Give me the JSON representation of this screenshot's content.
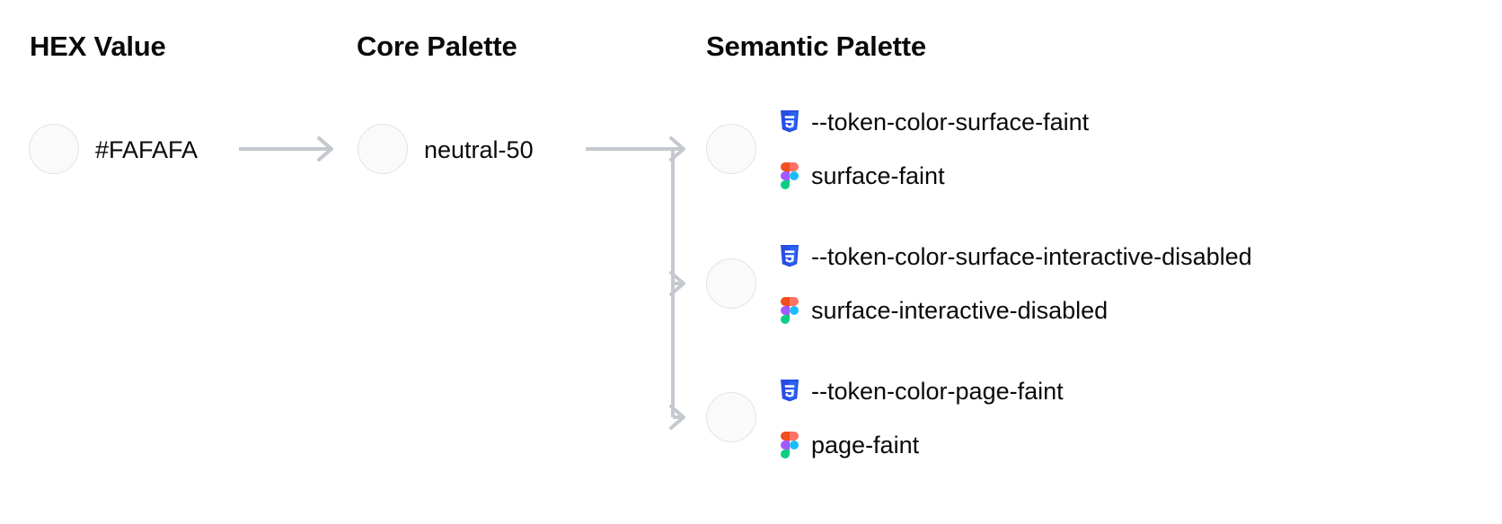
{
  "columns": {
    "hex": {
      "title": "HEX Value"
    },
    "core": {
      "title": "Core Palette"
    },
    "semantic": {
      "title": "Semantic Palette"
    }
  },
  "palette": {
    "swatch_color": "#FAFAFA",
    "swatch_border": "#E3E3E6",
    "connector_color": "#C5C8CF",
    "text_color": "#0A0A0B",
    "css_icon_color": "#264DE4",
    "figma_red": "#F24E1E",
    "figma_purple": "#A259FF",
    "figma_cyan": "#1ABCFE",
    "figma_green": "#0ACF83"
  },
  "hex_node": {
    "label": "#FAFAFA",
    "swatch_color": "#FAFAFA"
  },
  "core_node": {
    "label": "neutral-50",
    "swatch_color": "#FAFAFA"
  },
  "semantic_nodes": [
    {
      "swatch_color": "#FAFAFA",
      "css_icon": "css3-icon",
      "css_token": "--token-color-surface-faint",
      "figma_icon": "figma-icon",
      "figma_token": "surface-faint"
    },
    {
      "swatch_color": "#FAFAFA",
      "css_icon": "css3-icon",
      "css_token": "--token-color-surface-interactive-disabled",
      "figma_icon": "figma-icon",
      "figma_token": "surface-interactive-disabled"
    },
    {
      "swatch_color": "#FAFAFA",
      "css_icon": "css3-icon",
      "css_token": "--token-color-page-faint",
      "figma_icon": "figma-icon",
      "figma_token": "page-faint"
    }
  ],
  "connectors": {
    "hex_to_core": "arrow-right",
    "core_to_semantic": "branching-arrow-right",
    "branch_count": 3
  }
}
